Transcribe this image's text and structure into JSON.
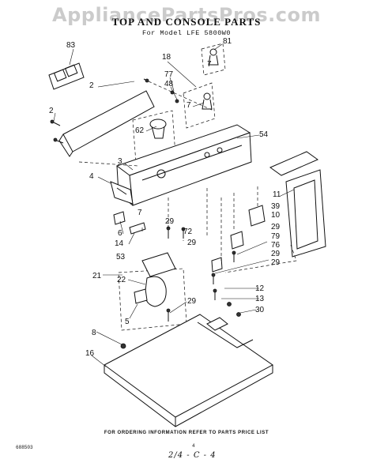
{
  "watermark": "AppliancePartsPros.com",
  "title": "TOP AND CONSOLE PARTS",
  "subtitle": "For Model LFE 5800W0",
  "footer": "FOR ORDERING INFORMATION REFER TO PARTS PRICE LIST",
  "doc_number": "688503",
  "page_number": "4",
  "handwritten_note": "2/4 - C - 4",
  "callouts": [
    "83",
    "81",
    "18",
    "77",
    "48",
    "2",
    "2",
    "7",
    "62",
    "7",
    "54",
    "3",
    "4",
    "11",
    "39",
    "10",
    "6",
    "7",
    "14",
    "53",
    "72",
    "29",
    "29",
    "29",
    "79",
    "76",
    "29",
    "29",
    "21",
    "22",
    "29",
    "5",
    "12",
    "13",
    "30",
    "8",
    "16"
  ]
}
